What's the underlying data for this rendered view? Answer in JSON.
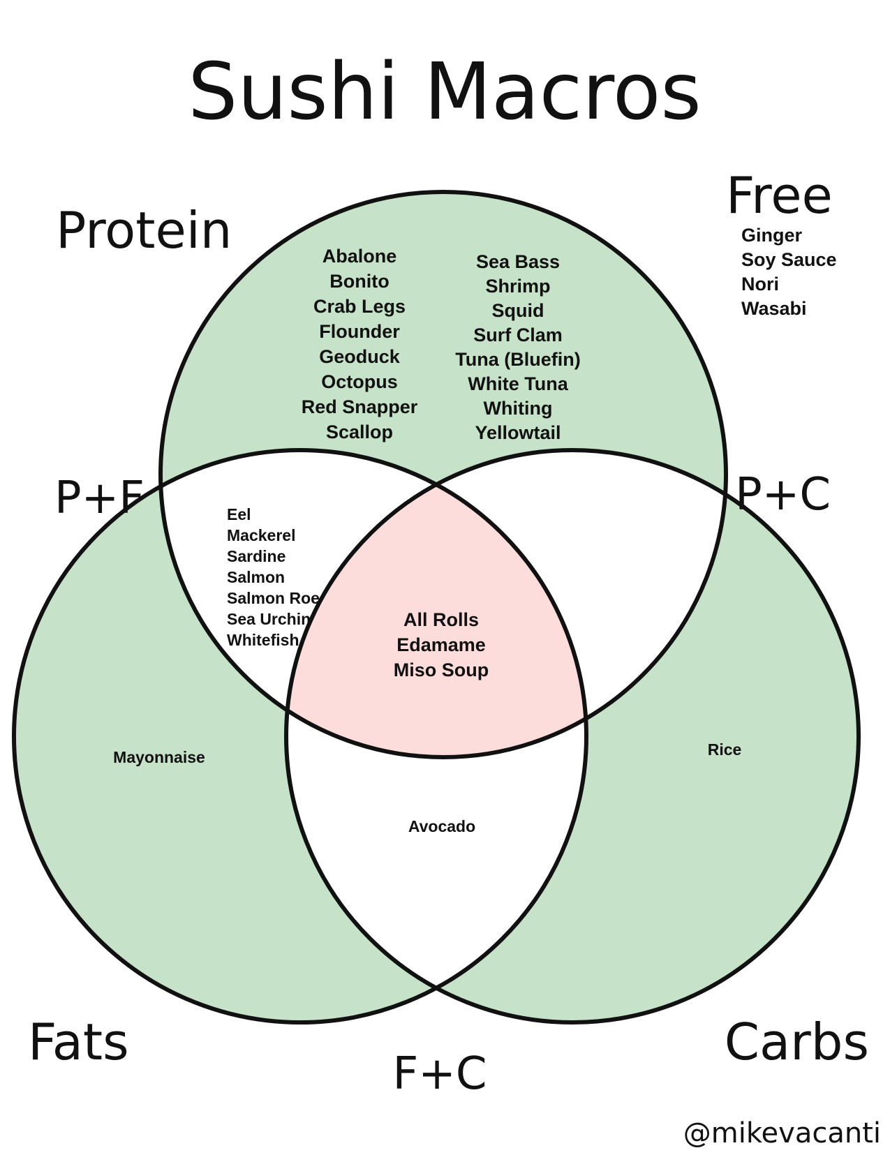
{
  "title": "Sushi Macros",
  "colors": {
    "single_region": "#c6e2c8",
    "triple_region": "#fddcdc",
    "pair_region": "#ffffff",
    "outline": "#111111"
  },
  "sets": {
    "protein": {
      "label": "Protein"
    },
    "fats": {
      "label": "Fats"
    },
    "carbs": {
      "label": "Carbs"
    }
  },
  "pair_labels": {
    "pf": "P+F",
    "pc": "P+C",
    "fc": "F+C"
  },
  "free": {
    "label": "Free",
    "items": [
      "Ginger",
      "Soy Sauce",
      "Nori",
      "Wasabi"
    ]
  },
  "regions": {
    "protein_only_col1": [
      "Abalone",
      "Bonito",
      "Crab Legs",
      "Flounder",
      "Geoduck",
      "Octopus",
      "Red Snapper",
      "Scallop"
    ],
    "protein_only_col2": [
      "Sea Bass",
      "Shrimp",
      "Squid",
      "Surf Clam",
      "Tuna (Bluefin)",
      "White Tuna",
      "Whiting",
      "Yellowtail"
    ],
    "protein_fats": [
      "Eel",
      "Mackerel",
      "Sardine",
      "Salmon",
      "Salmon Roe",
      "Sea Urchin",
      "Whitefish"
    ],
    "all_three": [
      "All Rolls",
      "Edamame",
      "Miso Soup"
    ],
    "fats_only": [
      "Mayonnaise"
    ],
    "carbs_only": [
      "Rice"
    ],
    "fats_carbs": [
      "Avocado"
    ]
  },
  "credit": "@mikevacanti"
}
